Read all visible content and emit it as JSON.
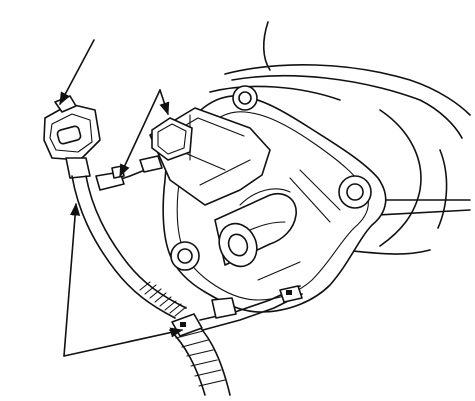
{
  "figure": {
    "description_visible_text": "",
    "line_color": "#111111",
    "background_color": "#ffffff"
  },
  "callouts": [
    {
      "target": "connector"
    },
    {
      "target": "clip"
    },
    {
      "target": "harness"
    }
  ]
}
